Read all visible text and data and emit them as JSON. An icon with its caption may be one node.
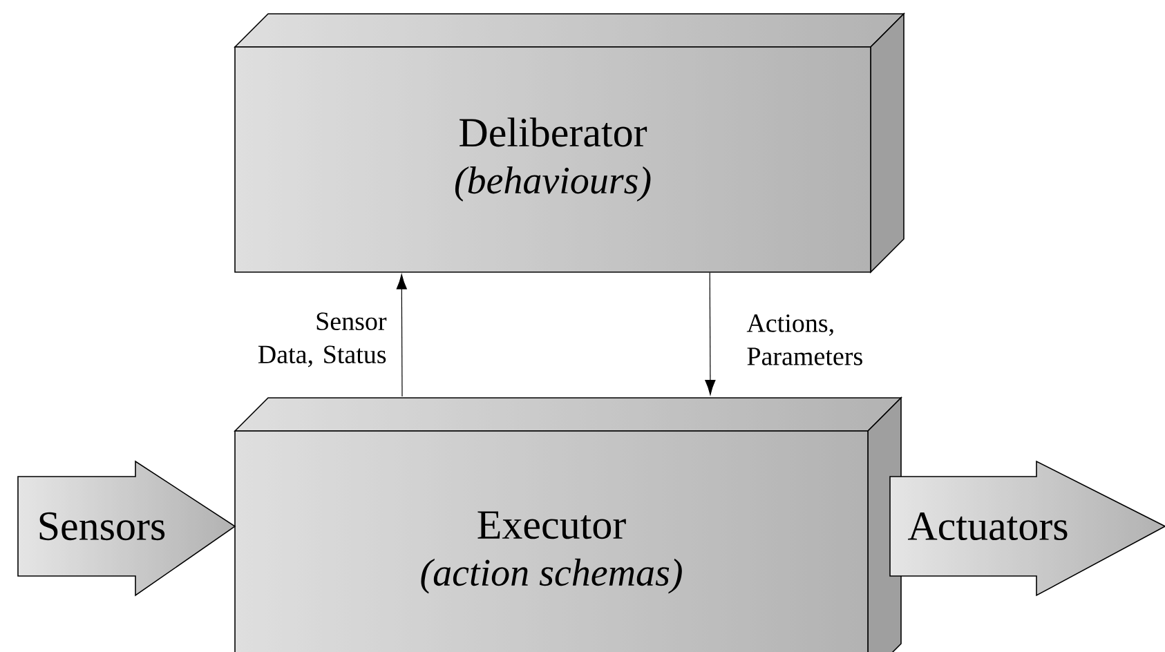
{
  "diagram": {
    "nodes": [
      {
        "text": [
          "Deliberator",
          "(behaviours)"
        ]
      },
      {
        "text": [
          "Executor",
          "(action schemas)"
        ]
      },
      {
        "text": [
          "Sensors"
        ]
      },
      {
        "text": [
          "Actuators"
        ]
      }
    ],
    "edges": [
      {
        "from": 1,
        "to": 0,
        "arrow": "to",
        "label": "Sensor Data, Status"
      },
      {
        "from": 0,
        "to": 1,
        "arrow": "to",
        "label": "Actions, Parameters"
      }
    ]
  }
}
